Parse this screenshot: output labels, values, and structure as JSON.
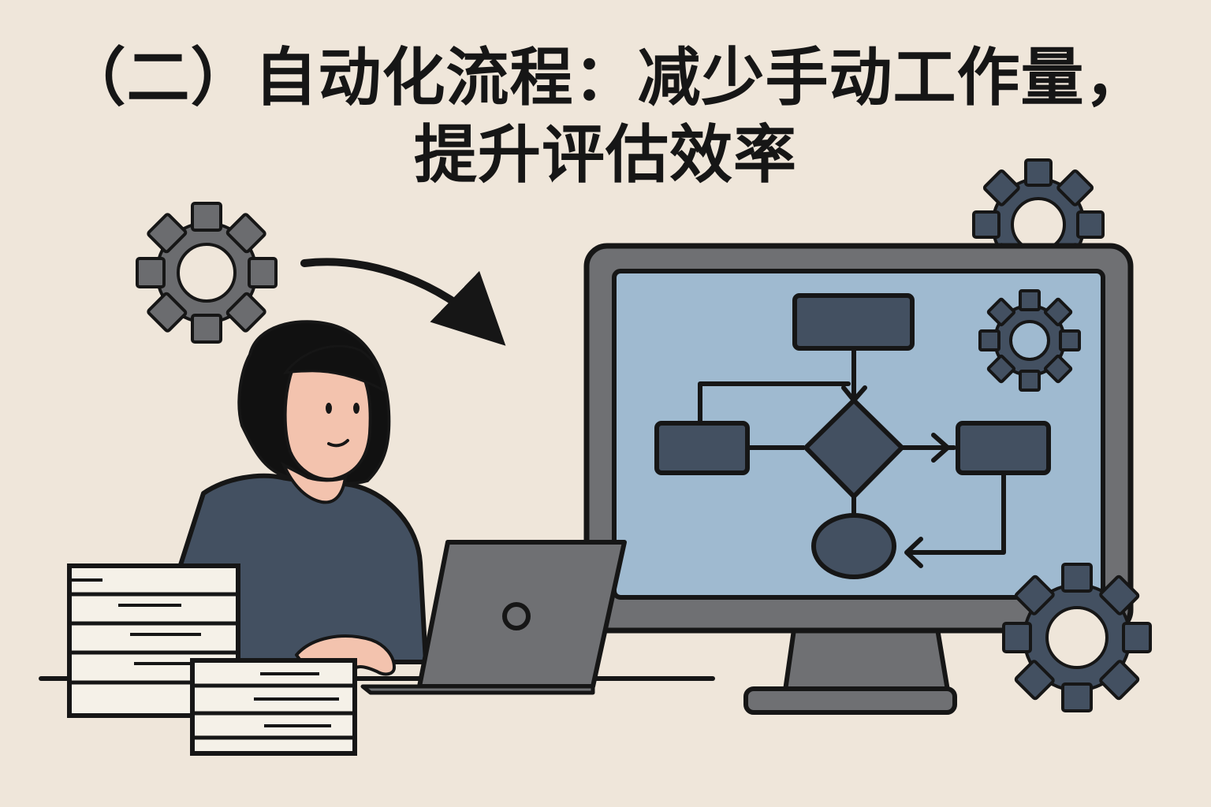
{
  "title": {
    "line1": "（二）自动化流程：减少手动工作量，",
    "line2": "提升评估效率"
  },
  "colors": {
    "background": "#efe6da",
    "outline": "#161616",
    "gear_gray": "#6b6c6f",
    "gear_dark": "#435061",
    "monitor_frame": "#6f7073",
    "screen": "#9fbad0",
    "flow_shape": "#435061",
    "skin": "#f3c3ae",
    "shirt": "#435061",
    "paper": "#f5f1e8"
  },
  "icons": [
    "gear-icon",
    "curved-arrow-icon",
    "person-illustration",
    "laptop-icon",
    "document-stack-icon",
    "monitor-icon",
    "flowchart-icon"
  ]
}
